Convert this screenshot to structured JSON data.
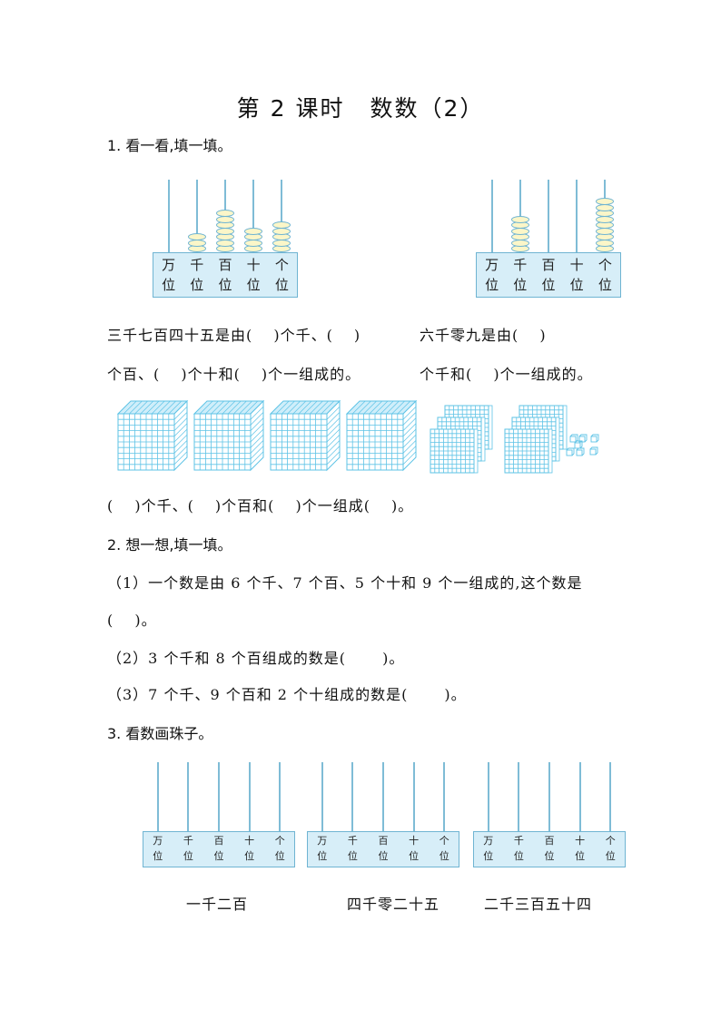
{
  "page": {
    "title_part1": "第 2 课时",
    "title_part2": "数数（2）"
  },
  "q1": {
    "heading": "1. 看一看,填一填。",
    "abacus_left": {
      "places": [
        "万",
        "千",
        "百",
        "十",
        "个"
      ],
      "place_suffix": "位",
      "beads": [
        0,
        3,
        7,
        4,
        5
      ]
    },
    "abacus_right": {
      "places": [
        "万",
        "千",
        "百",
        "十",
        "个"
      ],
      "place_suffix": "位",
      "beads": [
        0,
        6,
        0,
        0,
        9
      ]
    },
    "left_text_line1": "三千七百四十五是由(　 )个千、(　 )",
    "left_text_line2": "个百、(　 )个十和(　 )个一组成的。",
    "right_text_line1": "六千零九是由(　 )",
    "right_text_line2": "个千和(　 )个一组成的。",
    "blocks": {
      "thousand_cubes": 4,
      "hundred_flats": 6,
      "units": 7
    },
    "blocks_text": "(　 )个千、(　 )个百和(　 )个一组成(　 )。"
  },
  "q2": {
    "heading": "2. 想一想,填一填。",
    "item1_line1": "（1）一个数是由 6 个千、7 个百、5 个十和 9 个一组成的,这个数是",
    "item1_line2": "(　 )。",
    "item2": "（2）3 个千和 8 个百组成的数是(　　 )。",
    "item3": "（3）7 个千、9 个百和 2 个十组成的数是(　　 )。"
  },
  "q3": {
    "heading": "3. 看数画珠子。",
    "abaci": [
      {
        "places": [
          "万",
          "千",
          "百",
          "十",
          "个"
        ],
        "place_suffix": "位",
        "number_text": "一千二百"
      },
      {
        "places": [
          "万",
          "千",
          "百",
          "十",
          "个"
        ],
        "place_suffix": "位",
        "number_text": "四千零二十五"
      },
      {
        "places": [
          "万",
          "千",
          "百",
          "十",
          "个"
        ],
        "place_suffix": "位",
        "number_text": "二千三百五十四"
      }
    ]
  },
  "colors": {
    "abacus_base": "#d7eef8",
    "abacus_border": "#6fb4d2",
    "bead_fill": "#fbf6c8",
    "block_line": "#5ec3e6"
  }
}
